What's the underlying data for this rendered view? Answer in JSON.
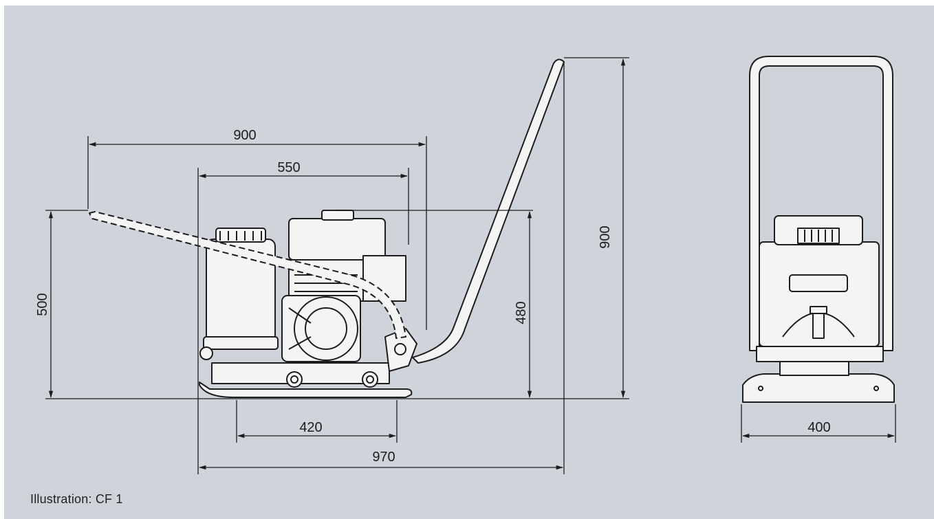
{
  "drawing": {
    "caption": "Illustration: CF 1",
    "colors": {
      "background": "#cfd3da",
      "line": "#1d1d1f",
      "machine_fill": "#f4f4f4"
    }
  },
  "dimensions": {
    "handle_reach": "900",
    "engine_width": "550",
    "handle_height_low": "500",
    "engine_height": "480",
    "overall_height": "900",
    "plate_length": "420",
    "overall_length": "970",
    "plate_width": "400"
  }
}
